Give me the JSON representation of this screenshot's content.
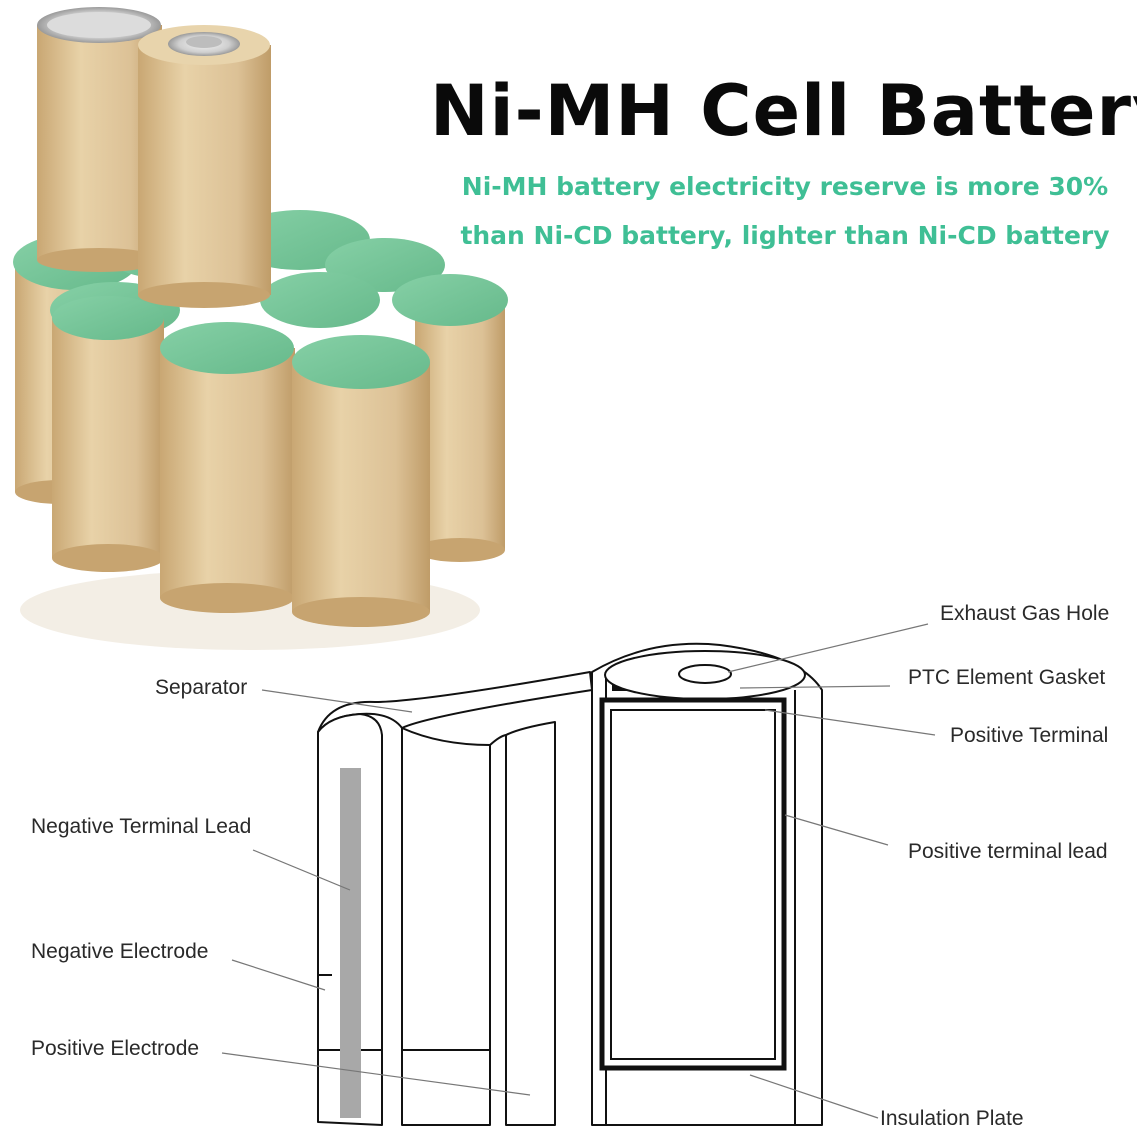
{
  "title": "Ni-MH Cell Battery",
  "subtitle": {
    "line1": "Ni-MH battery electricity reserve is more 30%",
    "line2": "than Ni-CD battery, lighter than Ni-CD battery"
  },
  "labels": {
    "exhaust_gas_hole": "Exhaust Gas Hole",
    "ptc_element_gasket": "PTC Element Gasket",
    "positive_terminal": "Positive Terminal",
    "positive_terminal_lead": "Positive terminal lead",
    "separator": "Separator",
    "negative_terminal_lead": "Negative Terminal Lead",
    "negative_electrode": "Negative Electrode",
    "positive_electrode": "Positive Electrode",
    "insulation_plate": "Insulation Plate"
  },
  "colors": {
    "cell_body": "#dcc196",
    "cell_cap": "#75c69a",
    "accent_text": "#3fbf95"
  }
}
